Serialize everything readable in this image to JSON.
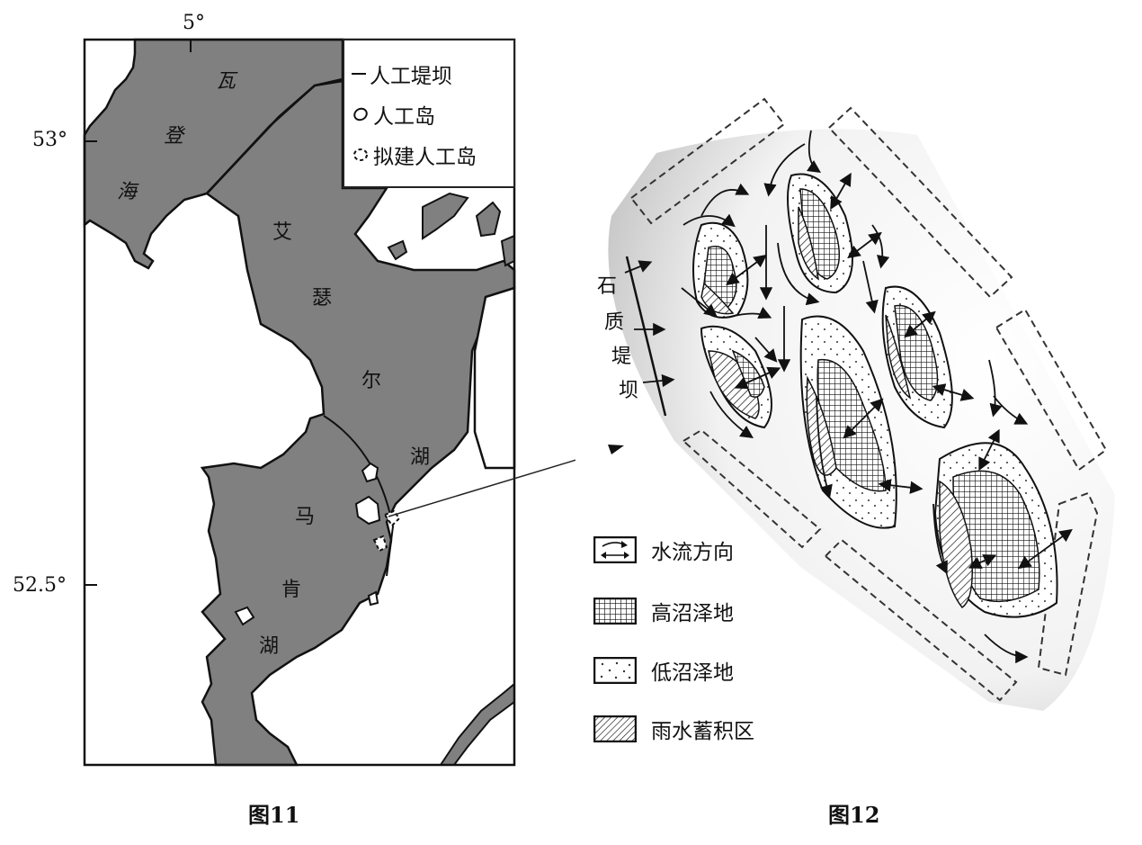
{
  "figure11": {
    "caption": "图11",
    "coords": {
      "lon_top": "5°",
      "lat_top": "53°",
      "lat_bottom": "52.5°"
    },
    "place_labels": {
      "wadden_sea": [
        "瓦",
        "登",
        "海"
      ],
      "ijsselmeer": [
        "艾",
        "瑟",
        "尔",
        "湖"
      ],
      "markermeer": [
        "马",
        "肯",
        "湖"
      ]
    },
    "legend": [
      {
        "icon": "solid-line-icon",
        "label": "人工堤坝"
      },
      {
        "icon": "island-outline-icon",
        "label": "人工岛"
      },
      {
        "icon": "dashed-island-icon",
        "label": "拟建人工岛"
      }
    ],
    "colors": {
      "water": "#808080",
      "land": "#ffffff",
      "outline": "#111111"
    }
  },
  "figure12": {
    "caption": "图12",
    "dam_label": [
      "石",
      "质",
      "堤",
      "坝"
    ],
    "legend": [
      {
        "icon": "water-flow-icon",
        "label": "水流方向"
      },
      {
        "icon": "high-marsh-pattern-icon",
        "label": "高沼泽地"
      },
      {
        "icon": "low-marsh-pattern-icon",
        "label": "低沼泽地"
      },
      {
        "icon": "rainwater-storage-pattern-icon",
        "label": "雨水蓄积区"
      }
    ]
  }
}
